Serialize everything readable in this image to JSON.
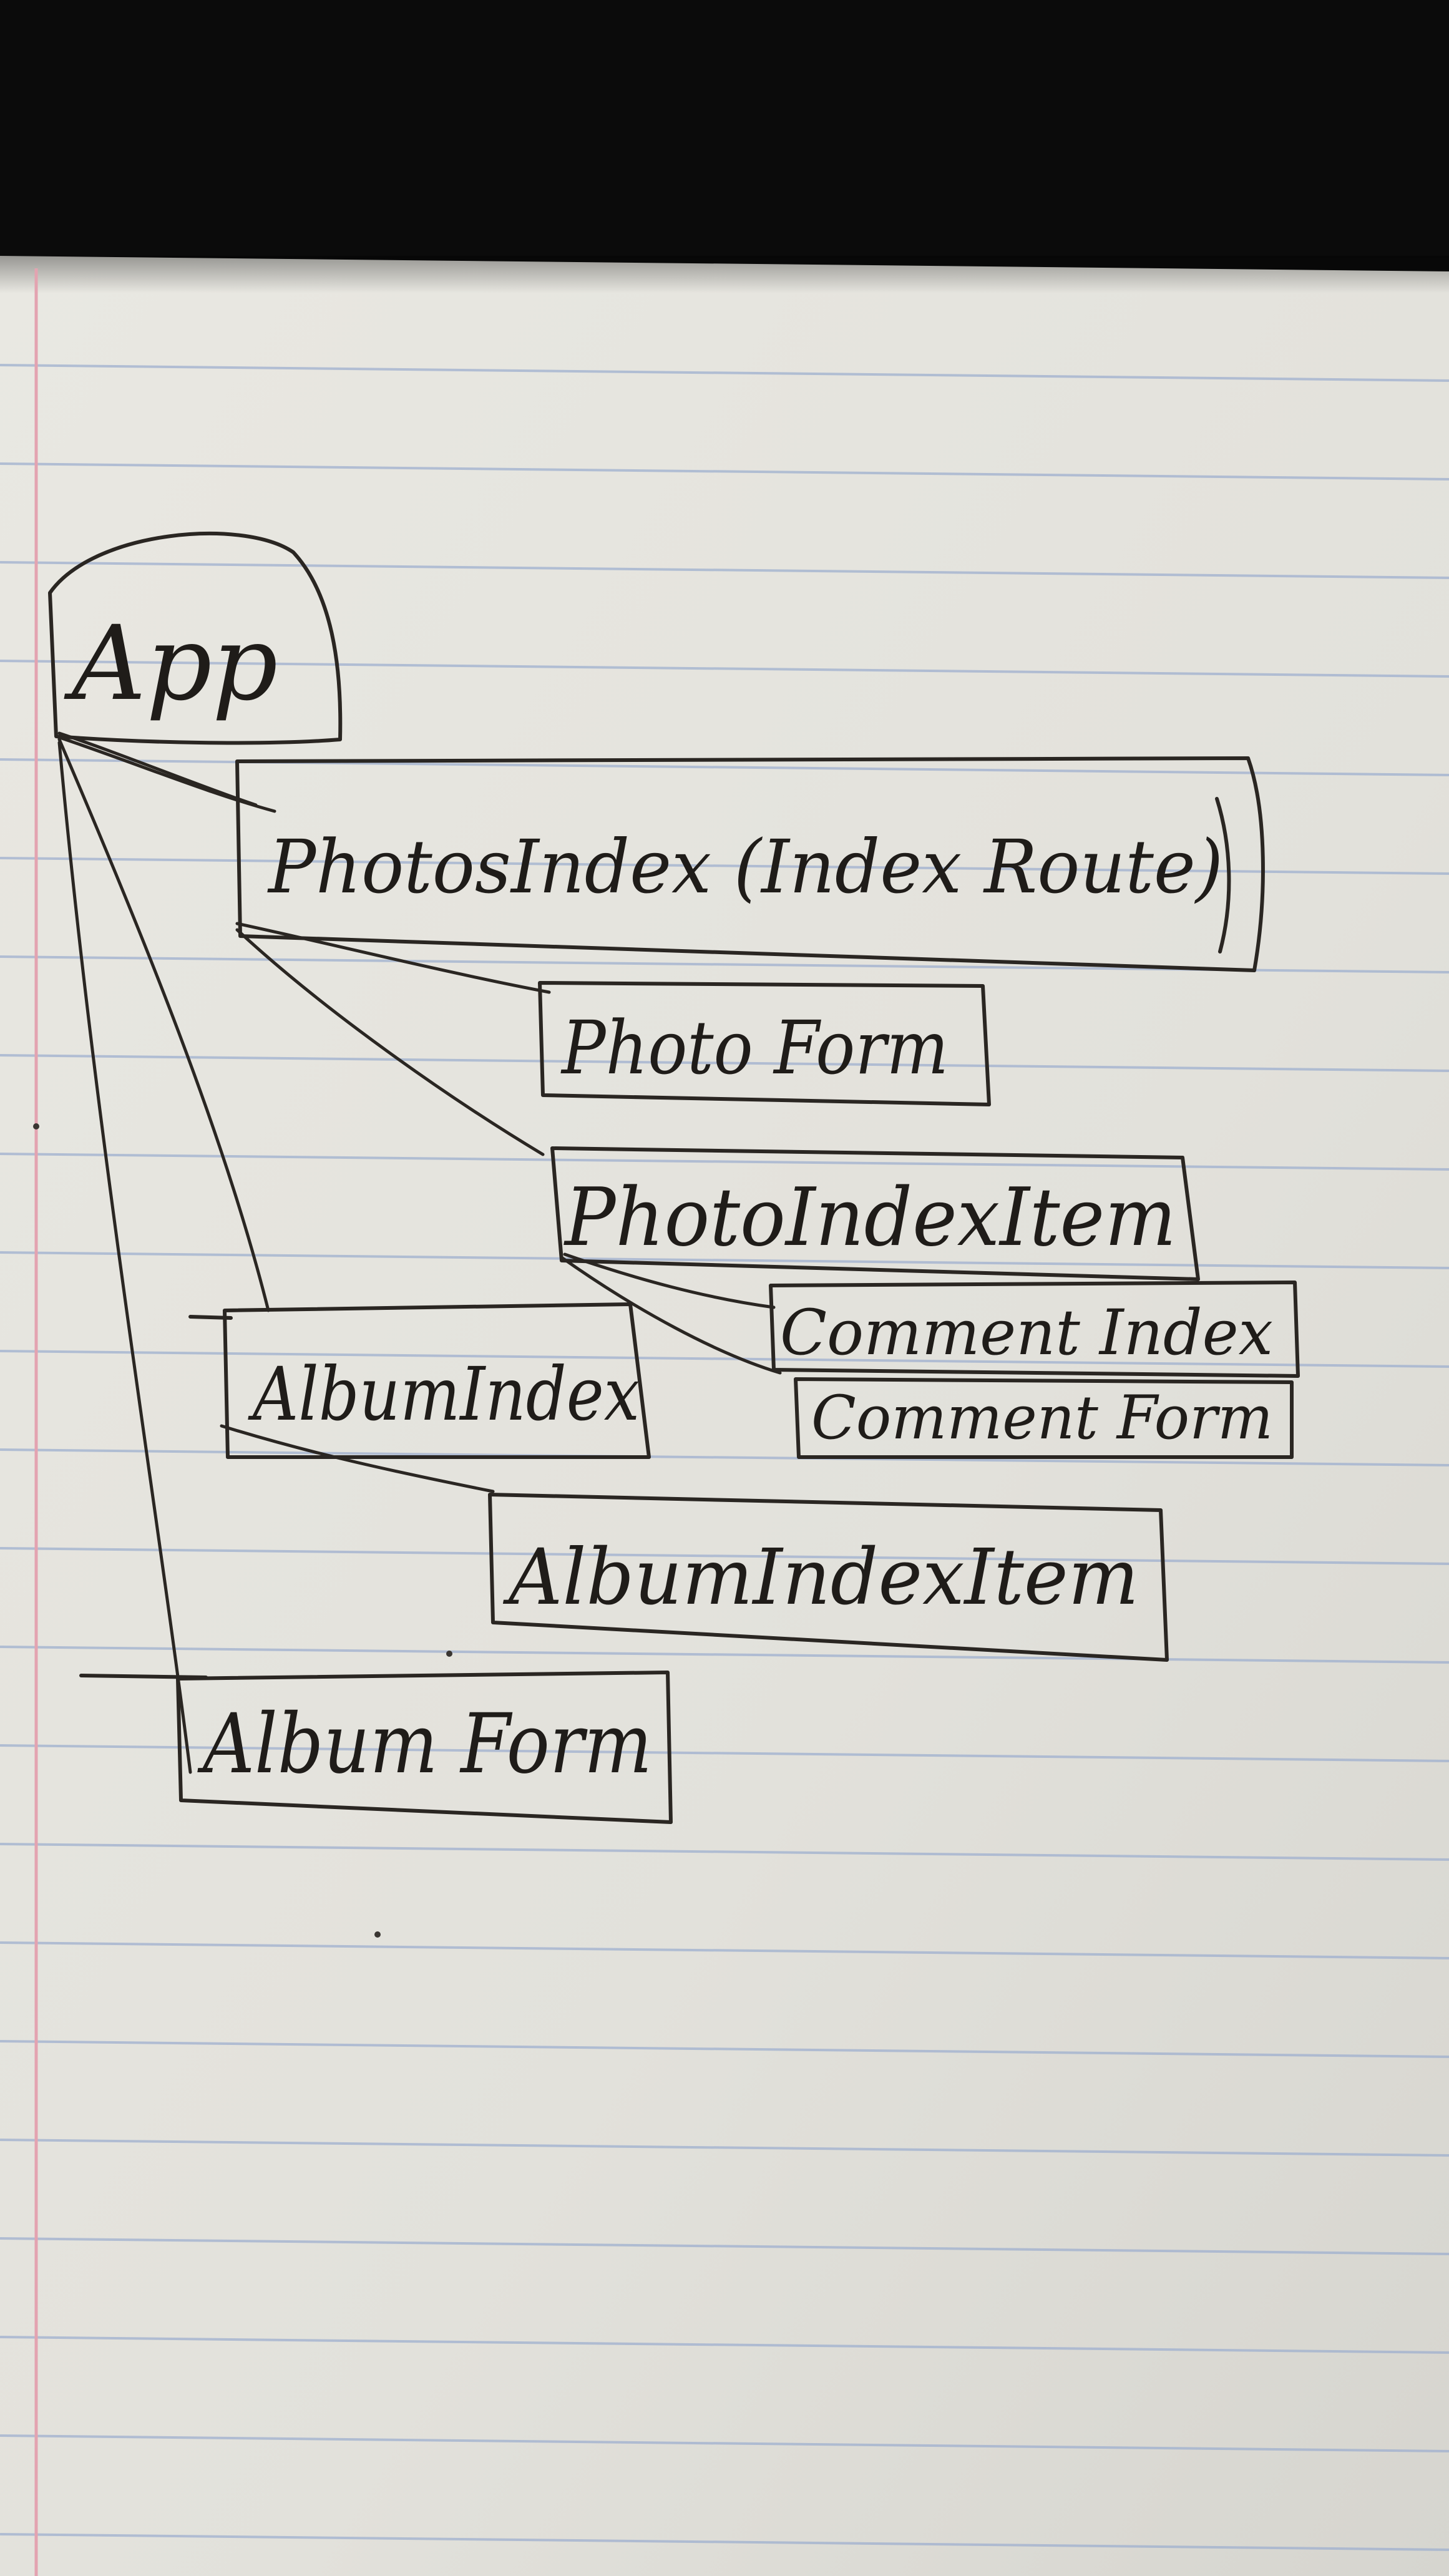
{
  "paper": {
    "surface_color": "#e4e3dd",
    "rule_color": "#9fb0cf",
    "margin_color": "#e3a3b0",
    "ink_color": "#2a2622",
    "backdrop_color": "#0b0b0b"
  },
  "diagram": {
    "type": "component-tree",
    "nodes": [
      {
        "id": "app",
        "label": "App"
      },
      {
        "id": "photos_index",
        "label": "PhotosIndex (Index Route)"
      },
      {
        "id": "photo_form",
        "label": "Photo Form"
      },
      {
        "id": "photo_index_item",
        "label": "PhotoIndexItem"
      },
      {
        "id": "comment_index",
        "label": "Comment Index"
      },
      {
        "id": "comment_form",
        "label": "Comment Form"
      },
      {
        "id": "album_index",
        "label": "AlbumIndex"
      },
      {
        "id": "album_index_item",
        "label": "AlbumIndexItem"
      },
      {
        "id": "album_form",
        "label": "Album Form"
      }
    ],
    "edges": [
      {
        "from": "app",
        "to": "photos_index"
      },
      {
        "from": "photos_index",
        "to": "photo_form"
      },
      {
        "from": "photos_index",
        "to": "photo_index_item"
      },
      {
        "from": "photo_index_item",
        "to": "comment_index"
      },
      {
        "from": "photo_index_item",
        "to": "comment_form"
      },
      {
        "from": "app",
        "to": "album_index"
      },
      {
        "from": "album_index",
        "to": "album_index_item"
      },
      {
        "from": "app",
        "to": "album_form"
      }
    ]
  }
}
